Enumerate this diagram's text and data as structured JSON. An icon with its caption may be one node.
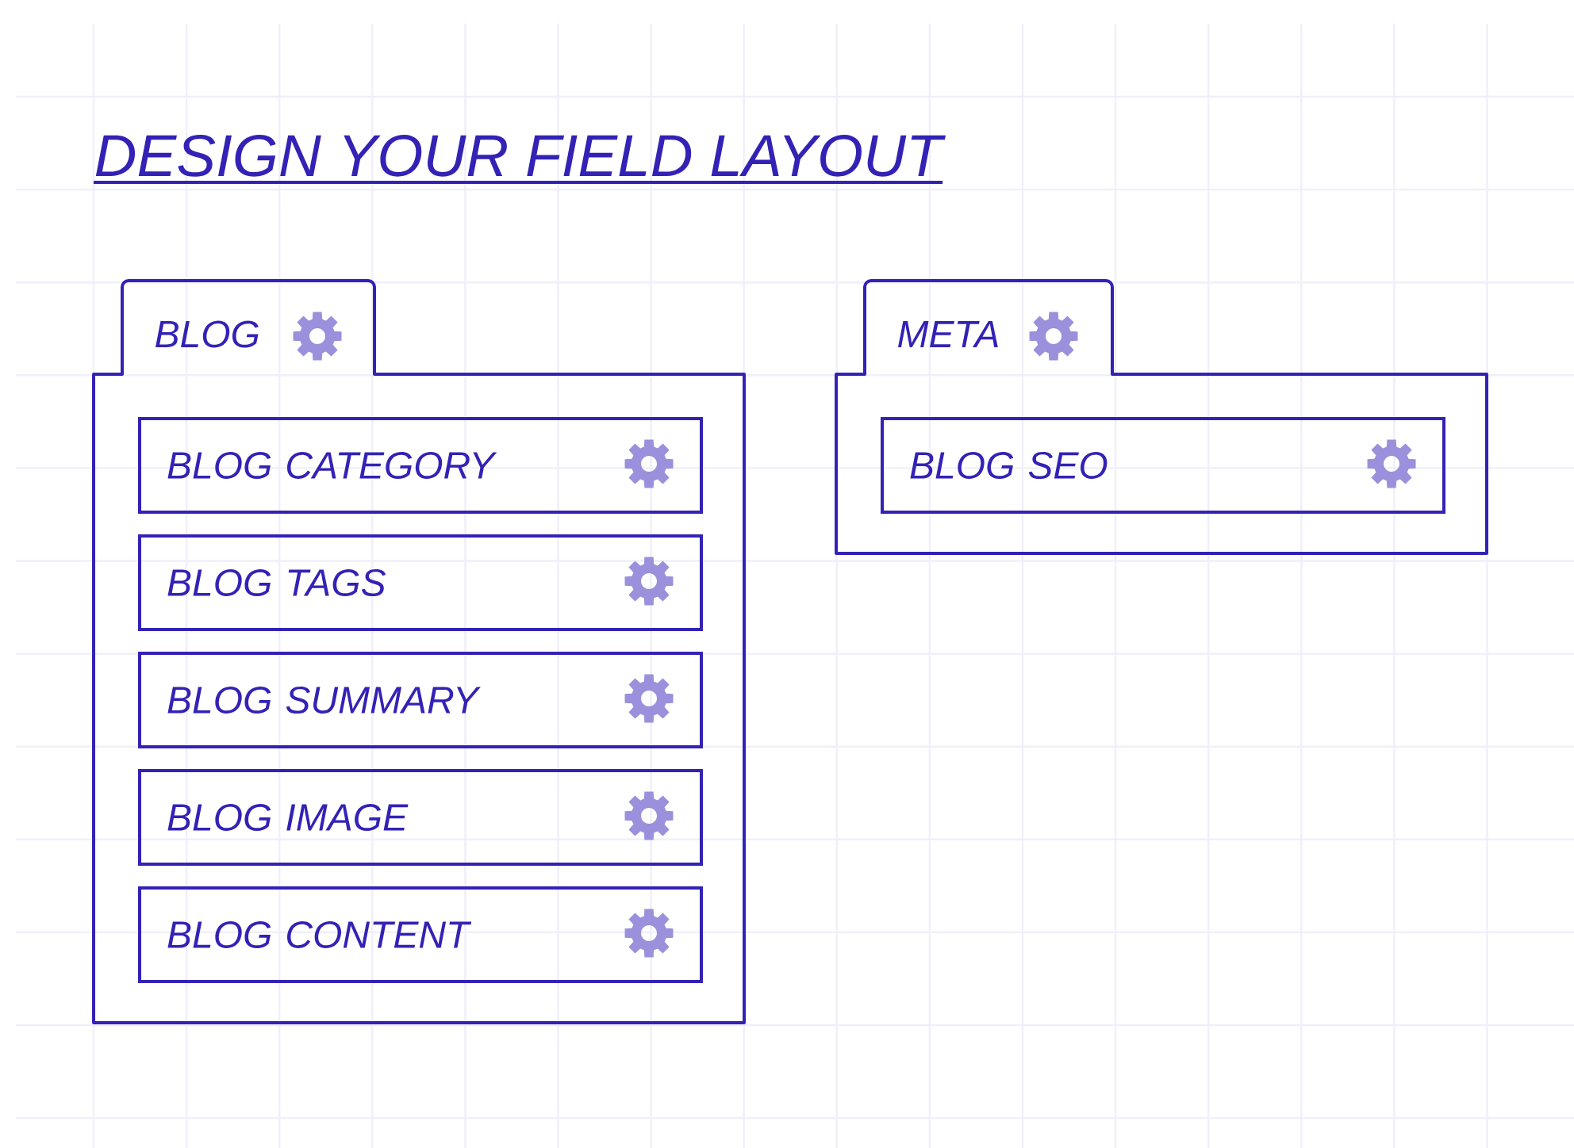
{
  "diagram": {
    "title": "DESIGN YOUR FIELD LAYOUT",
    "nodes": [
      {
        "text": [
          "BLOG"
        ]
      },
      {
        "text": [
          "BLOG CATEGORY"
        ],
        "in": 0
      },
      {
        "text": [
          "BLOG TAGS"
        ],
        "in": 0
      },
      {
        "text": [
          "BLOG SUMMARY"
        ],
        "in": 0
      },
      {
        "text": [
          "BLOG IMAGE"
        ],
        "in": 0
      },
      {
        "text": [
          "BLOG CONTENT"
        ],
        "in": 0
      },
      {
        "text": [
          "META"
        ]
      },
      {
        "text": [
          "BLOG SEO"
        ],
        "in": 6
      }
    ]
  }
}
